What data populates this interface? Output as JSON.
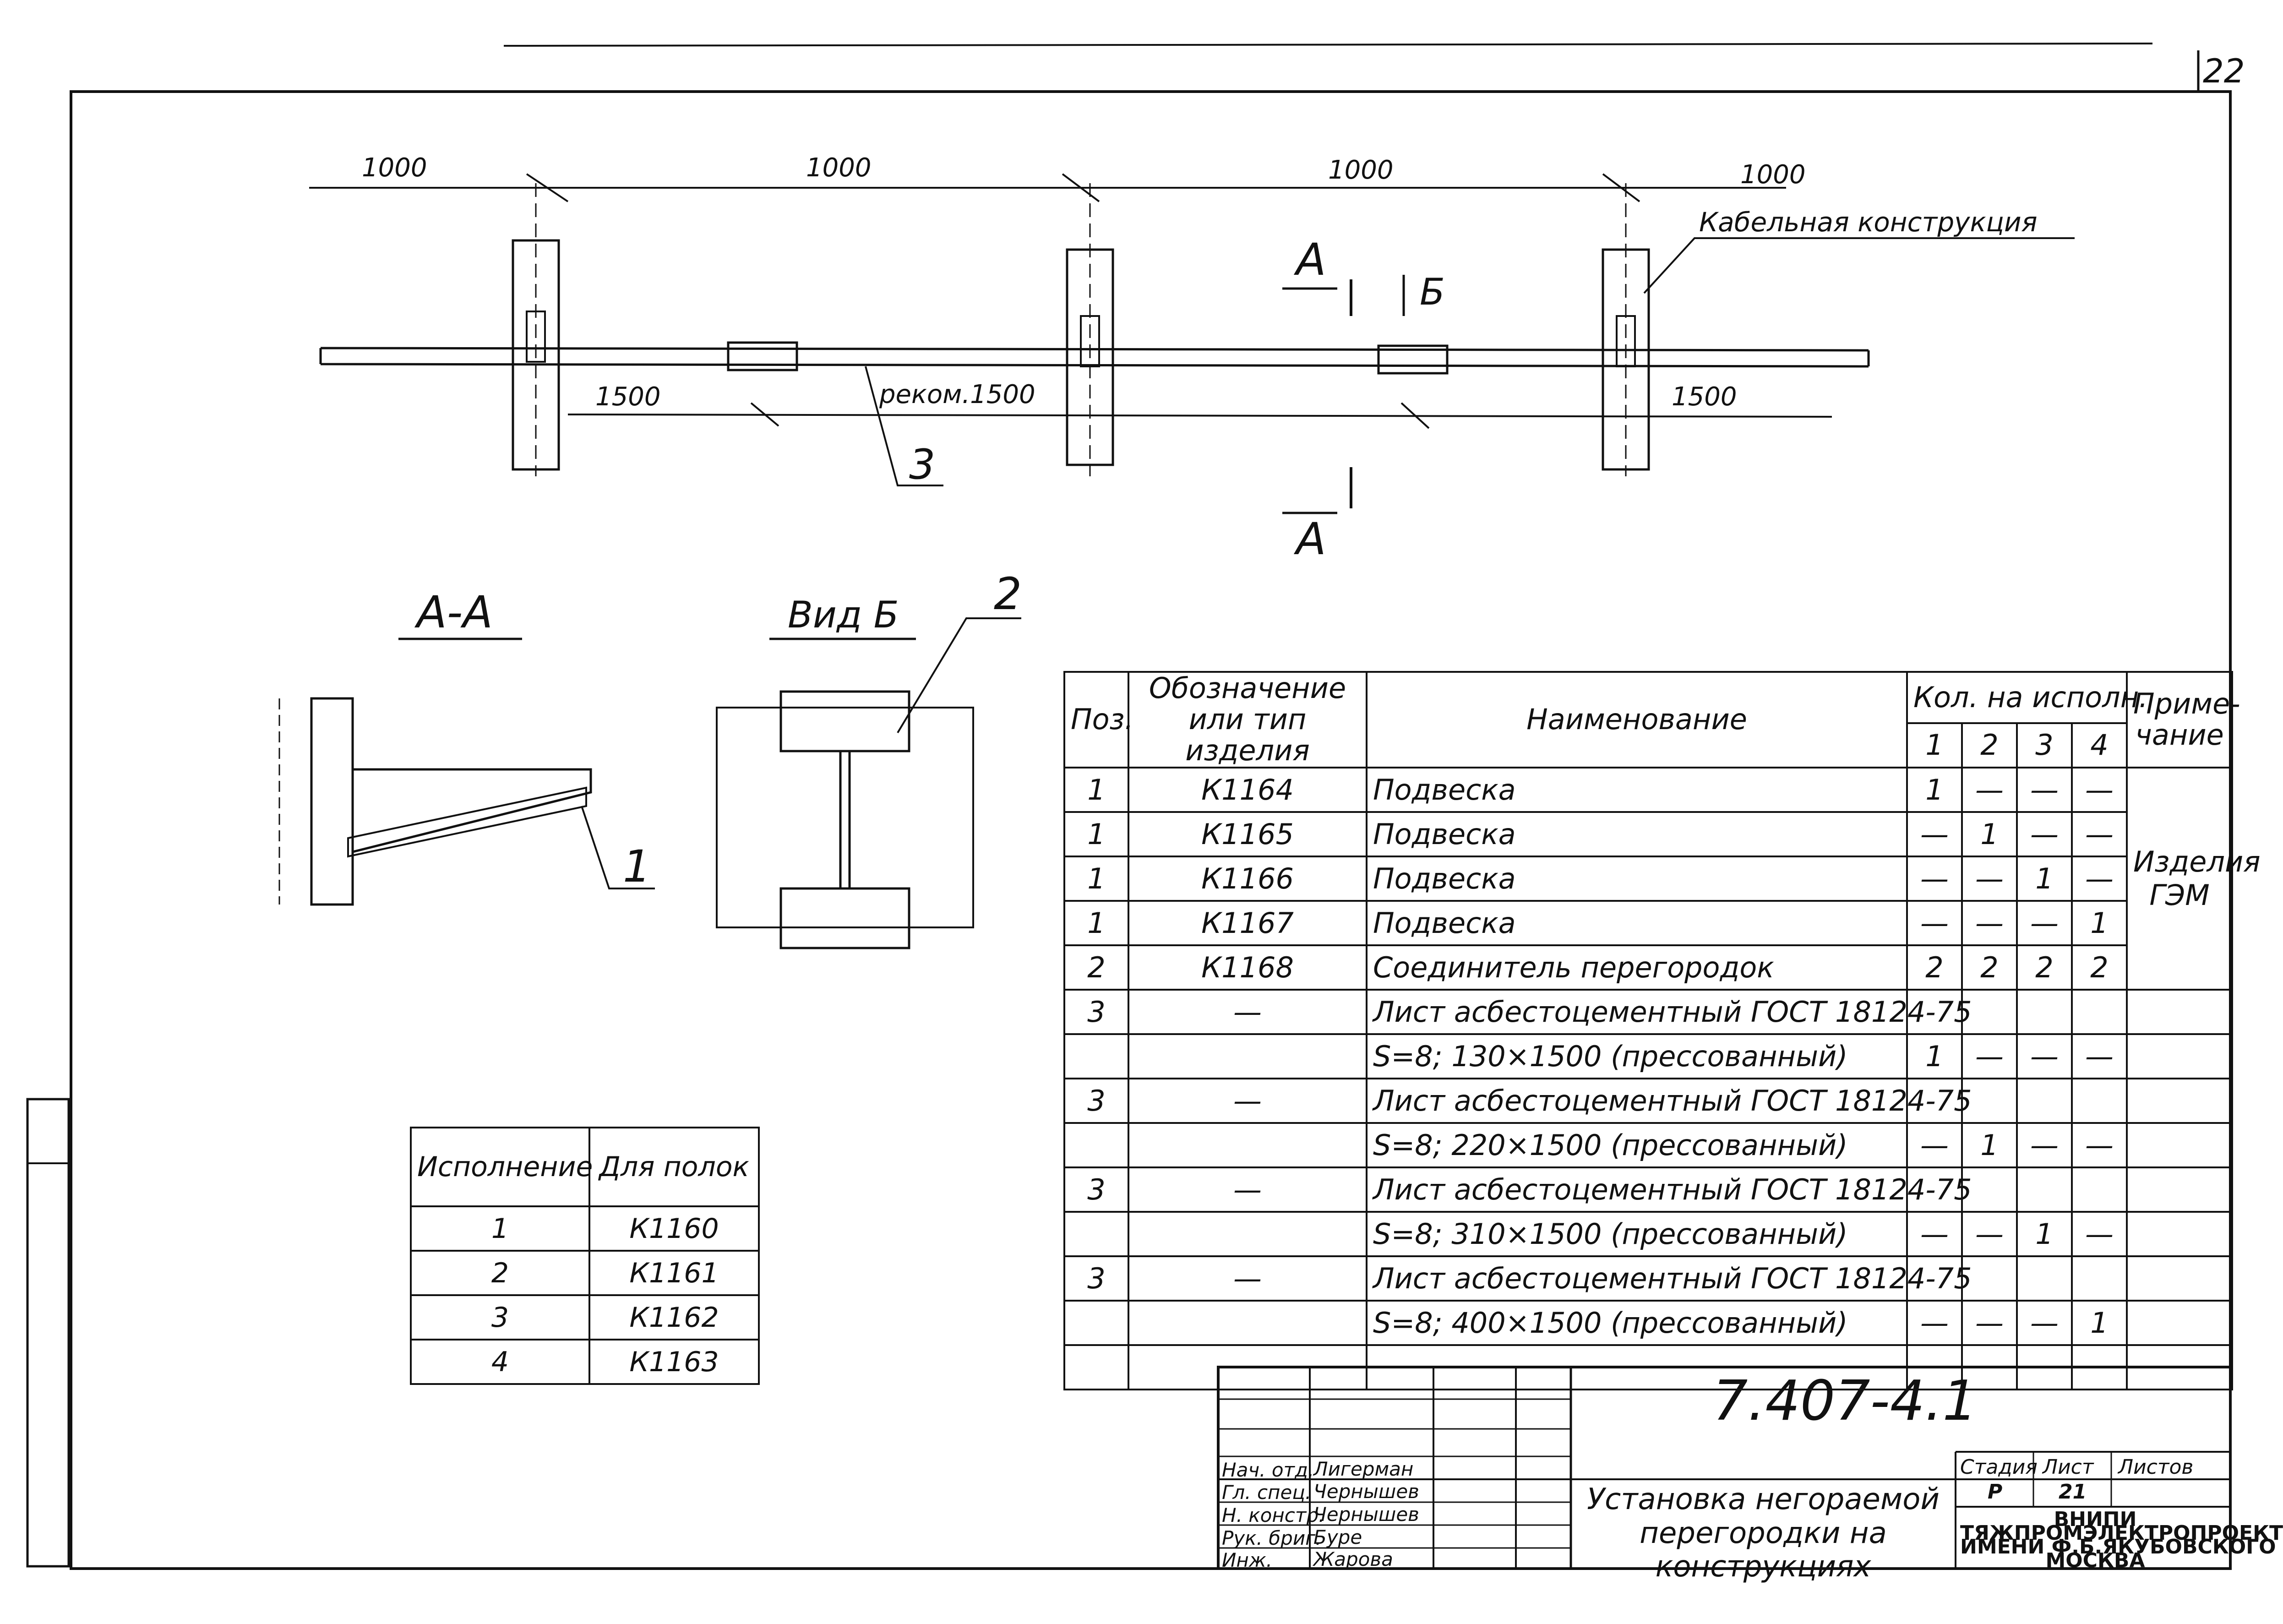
{
  "sheet": {
    "corner_page": "22"
  },
  "plan": {
    "dimensions_top": [
      "1000",
      "1000",
      "1000",
      "1000"
    ],
    "dimensions_bottom": [
      "1500",
      "реком.1500",
      "1500"
    ],
    "callout_cable": "Кабельная конструкция",
    "callout_position": "3",
    "section_mark": "А",
    "view_mark": "Б"
  },
  "section_aa": {
    "title": "А-А",
    "callout": "1"
  },
  "view_b": {
    "title": "Вид Б",
    "callout": "2"
  },
  "exec_table": {
    "headers": [
      "Исполнение",
      "Для полок"
    ],
    "rows": [
      [
        "1",
        "К1160"
      ],
      [
        "2",
        "К1161"
      ],
      [
        "3",
        "К1162"
      ],
      [
        "4",
        "К1163"
      ]
    ]
  },
  "spec_table": {
    "headers": {
      "pos": "Поз.",
      "designation": "Обозначение или тип изделия",
      "name": "Наименование",
      "qty": "Кол. на исполн.",
      "qty_cols": [
        "1",
        "2",
        "3",
        "4"
      ],
      "note": "Приме-чание"
    },
    "note_value": "Изделия ГЭМ",
    "rows": [
      {
        "pos": "1",
        "des": "К1164",
        "name": "Подвеска",
        "q": [
          "1",
          "—",
          "—",
          "—"
        ]
      },
      {
        "pos": "1",
        "des": "К1165",
        "name": "Подвеска",
        "q": [
          "—",
          "1",
          "—",
          "—"
        ]
      },
      {
        "pos": "1",
        "des": "К1166",
        "name": "Подвеска",
        "q": [
          "—",
          "—",
          "1",
          "—"
        ]
      },
      {
        "pos": "1",
        "des": "К1167",
        "name": "Подвеска",
        "q": [
          "—",
          "—",
          "—",
          "1"
        ]
      },
      {
        "pos": "2",
        "des": "К1168",
        "name": "Соединитель перегородок",
        "q": [
          "2",
          "2",
          "2",
          "2"
        ]
      },
      {
        "pos": "3",
        "des": "—",
        "name": "Лист асбестоцементный ГОСТ 18124-75",
        "q": [
          "",
          "",
          "",
          ""
        ]
      },
      {
        "pos": "",
        "des": "",
        "name": "S=8; 130×1500 (прессованный)",
        "q": [
          "1",
          "—",
          "—",
          "—"
        ]
      },
      {
        "pos": "3",
        "des": "—",
        "name": "Лист асбестоцементный ГОСТ 18124-75",
        "q": [
          "",
          "",
          "",
          ""
        ]
      },
      {
        "pos": "",
        "des": "",
        "name": "S=8; 220×1500 (прессованный)",
        "q": [
          "—",
          "1",
          "—",
          "—"
        ]
      },
      {
        "pos": "3",
        "des": "—",
        "name": "Лист асбестоцементный ГОСТ 18124-75",
        "q": [
          "",
          "",
          "",
          ""
        ]
      },
      {
        "pos": "",
        "des": "",
        "name": "S=8; 310×1500 (прессованный)",
        "q": [
          "—",
          "—",
          "1",
          "—"
        ]
      },
      {
        "pos": "3",
        "des": "—",
        "name": "Лист асбестоцементный ГОСТ 18124-75",
        "q": [
          "",
          "",
          "",
          ""
        ]
      },
      {
        "pos": "",
        "des": "",
        "name": "S=8; 400×1500 (прессованный)",
        "q": [
          "—",
          "—",
          "—",
          "1"
        ]
      },
      {
        "pos": "",
        "des": "",
        "name": "",
        "q": [
          "",
          "",
          "",
          ""
        ]
      }
    ]
  },
  "title_block": {
    "document_code": "7.407-4.1",
    "roles": [
      "Нач. отд.",
      "Гл. спец.",
      "Н. констр.",
      "Рук. бриг.",
      "Инж."
    ],
    "names": [
      "Лигерман",
      "Чернышев",
      "Чернышев",
      "Буре",
      "Жарова"
    ],
    "title": "Установка негораемой перегородки на конструкциях",
    "stage_label": "Стадия",
    "sheet_label": "Лист",
    "sheets_label": "Листов",
    "stage": "Р",
    "sheet": "21",
    "org_line1": "ВНИПИ",
    "org_line2": "ТЯЖПРОМЭЛЕКТРОПРОЕКТ",
    "org_line3": "ИМЕНИ Ф.Б.ЯКУБОВСКОГО",
    "org_line4": "МОСКВА"
  }
}
